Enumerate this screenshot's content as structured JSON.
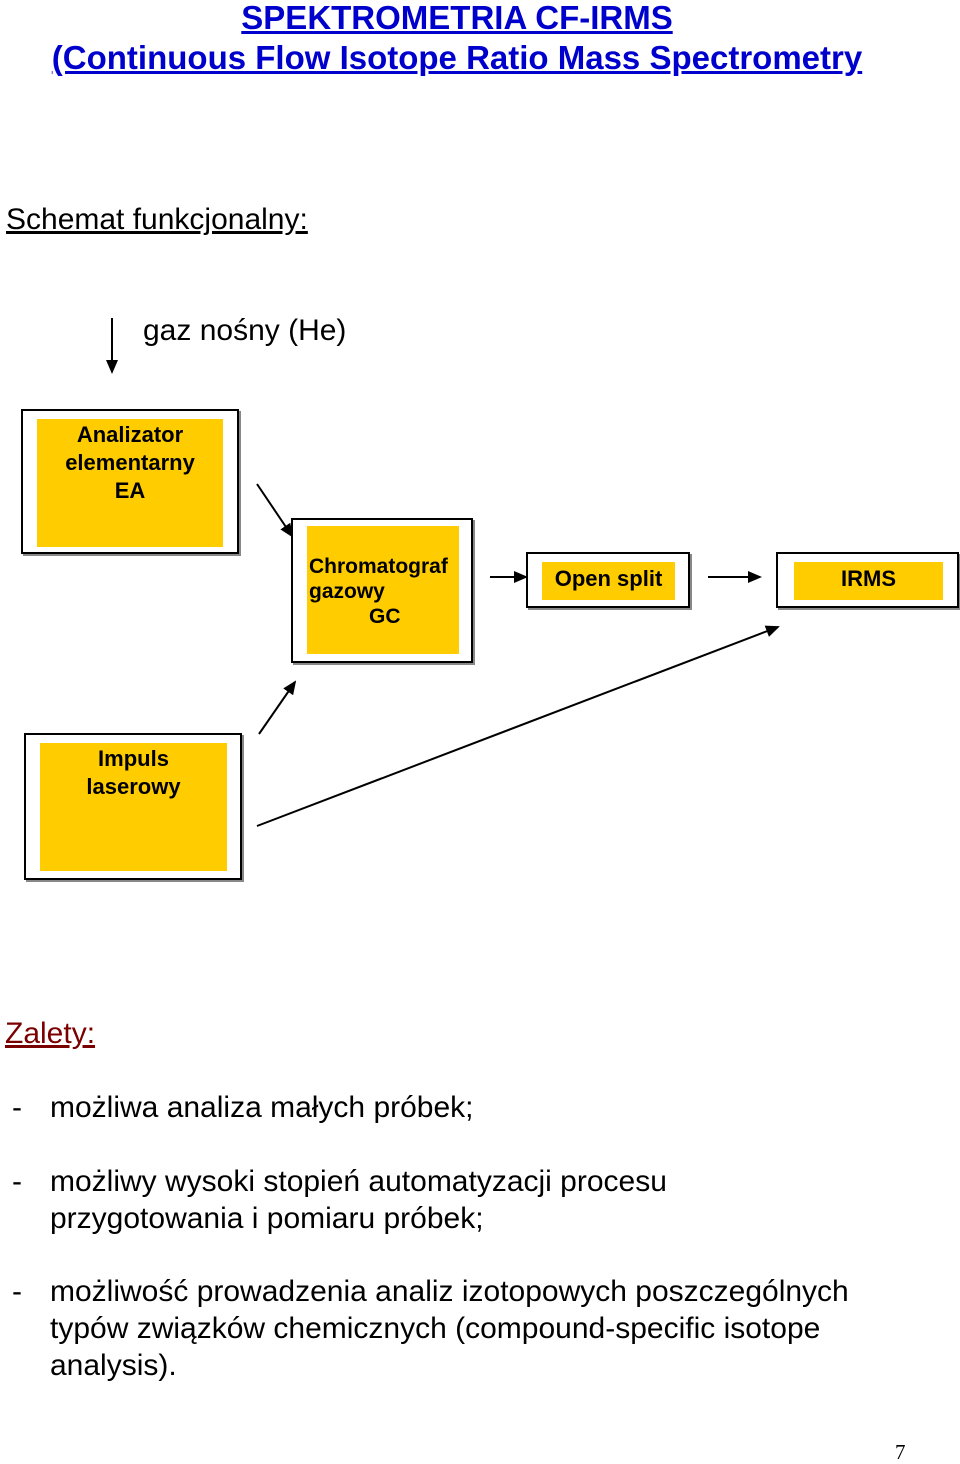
{
  "header": {
    "title_line1": "SPEKTROMETRIA CF-IRMS",
    "title_line2": "(Continuous Flow Isotope Ratio Mass Spectrometry"
  },
  "schema": {
    "heading": "Schemat funkcjonalny:",
    "carrier_gas": "gaz nośny (He)",
    "boxes": {
      "ea": [
        "Analizator",
        "elementarny",
        "EA"
      ],
      "gc": [
        "Chromatograf",
        "gazowy",
        "GC"
      ],
      "open_split": "Open split",
      "irms": "IRMS",
      "laser": [
        "Impuls",
        "laserowy"
      ]
    },
    "colors": {
      "box_fill": "#ffcc00",
      "title": "#0000cc",
      "zalety": "#7a0000"
    }
  },
  "advantages": {
    "heading": "Zalety:",
    "dash": "-",
    "items": [
      {
        "line1": "możliwa analiza małych próbek;"
      },
      {
        "line1": "możliwy wysoki stopień automatyzacji procesu",
        "line2": "przygotowania i pomiaru próbek;"
      },
      {
        "line1": "możliwość prowadzenia analiz izotopowych poszczególnych",
        "line2": "typów związków chemicznych (compound-specific isotope",
        "line3": "analysis)."
      }
    ]
  },
  "footer": {
    "page_number": "7"
  }
}
